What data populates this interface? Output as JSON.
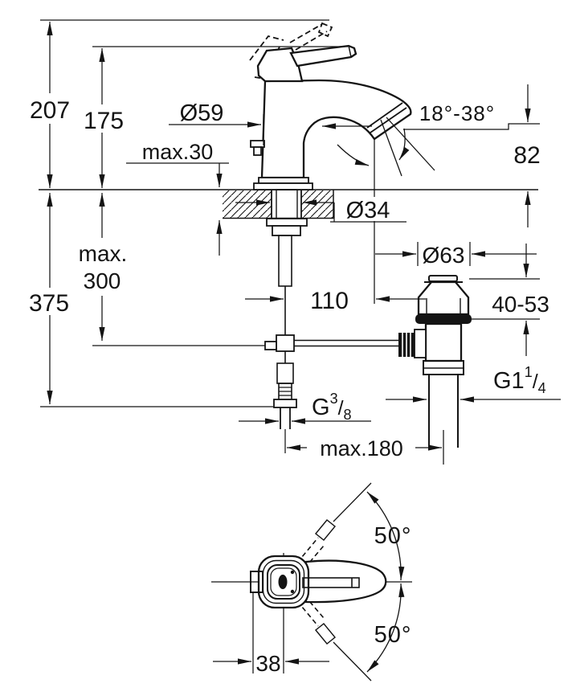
{
  "drawing": {
    "kind": "technical dimension drawing",
    "subject": "single-lever basin mixer faucet with pop-up waste",
    "views": {
      "main": "side installation view",
      "secondary": "top view of handle swivel range"
    },
    "units": "mm",
    "line_color": "#141414",
    "background": "#ffffff"
  },
  "labels": {
    "overall_height": "207",
    "lever_height": "175",
    "base_diameter": "Ø59",
    "max_deck_thickness": "max.30",
    "spout_angle_range": "18°-38°",
    "spout_outlet_height": "82",
    "hole_diameter": "Ø34",
    "max_word": "max.",
    "max_depth_value": "300",
    "total_depth": "375",
    "spout_projection": "110",
    "waste_flange_diameter": "Ø63",
    "basin_thickness_range": "40-53",
    "waste_thread_base": "G1",
    "waste_thread_sup": "1",
    "waste_thread_slash": "/",
    "waste_thread_sub": "4",
    "supply_thread_base": "G",
    "supply_thread_sup": "3",
    "supply_thread_slash": "/",
    "supply_thread_sub": "8",
    "max_reach": "max.180",
    "swivel_upper": "50°",
    "swivel_lower": "50°",
    "handle_offset": "38"
  }
}
